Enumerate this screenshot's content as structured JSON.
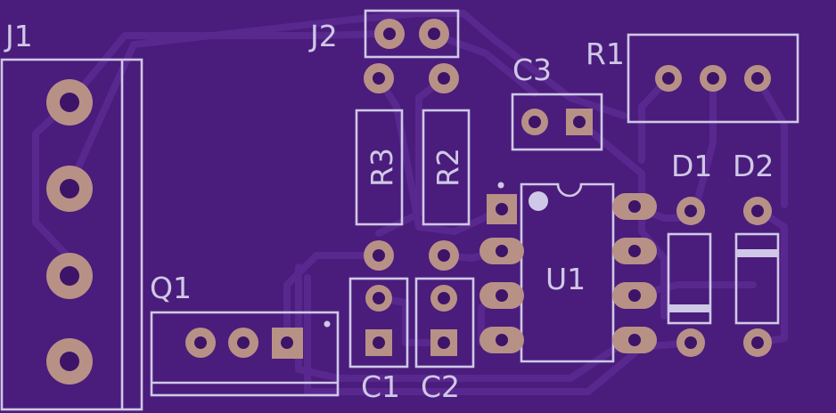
{
  "designators": {
    "j1": "J1",
    "j2": "J2",
    "c3": "C3",
    "r1": "R1",
    "r3": "R3",
    "r2": "R2",
    "d1": "D1",
    "d2": "D2",
    "u1": "U1",
    "q1": "Q1",
    "c1": "C1",
    "c2": "C2"
  },
  "colors": {
    "board": "#4a1c7c",
    "trace": "#58288f",
    "silkscreen": "#cfc8e6",
    "copper_pad": "#b89186"
  }
}
